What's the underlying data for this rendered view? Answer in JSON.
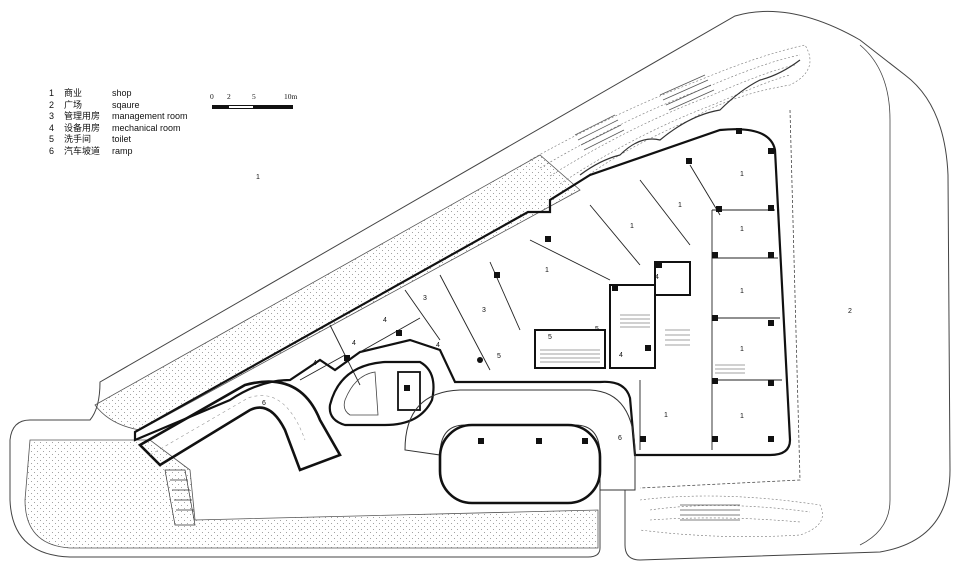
{
  "legend": {
    "items": [
      {
        "num": "1",
        "zh": "商业",
        "en": "shop"
      },
      {
        "num": "2",
        "zh": "广场",
        "en": "sqaure"
      },
      {
        "num": "3",
        "zh": "管理用房",
        "en": "management room"
      },
      {
        "num": "4",
        "zh": "设备用房",
        "en": "mechanical room"
      },
      {
        "num": "5",
        "zh": "洗手间",
        "en": "toilet"
      },
      {
        "num": "6",
        "zh": "汽车坡道",
        "en": "ramp"
      }
    ]
  },
  "scale_bar": {
    "ticks": [
      "0",
      "2",
      "5",
      "10m"
    ]
  },
  "room_labels": {
    "shop_1": "1",
    "shop_2": "1",
    "shop_3": "1",
    "shop_4": "1",
    "shop_5": "1",
    "shop_6": "1",
    "shop_7": "1",
    "shop_8": "1",
    "shop_9": "1",
    "shop_10": "1",
    "square": "2",
    "mgmt_1": "3",
    "mgmt_2": "3",
    "mech_1": "4",
    "mech_2": "4",
    "mech_3": "4",
    "mech_4": "4",
    "mech_5": "4",
    "mech_6": "4",
    "toilet_1": "5",
    "toilet_2": "5",
    "toilet_3": "5",
    "ramp_1": "6",
    "ramp_2": "6"
  }
}
